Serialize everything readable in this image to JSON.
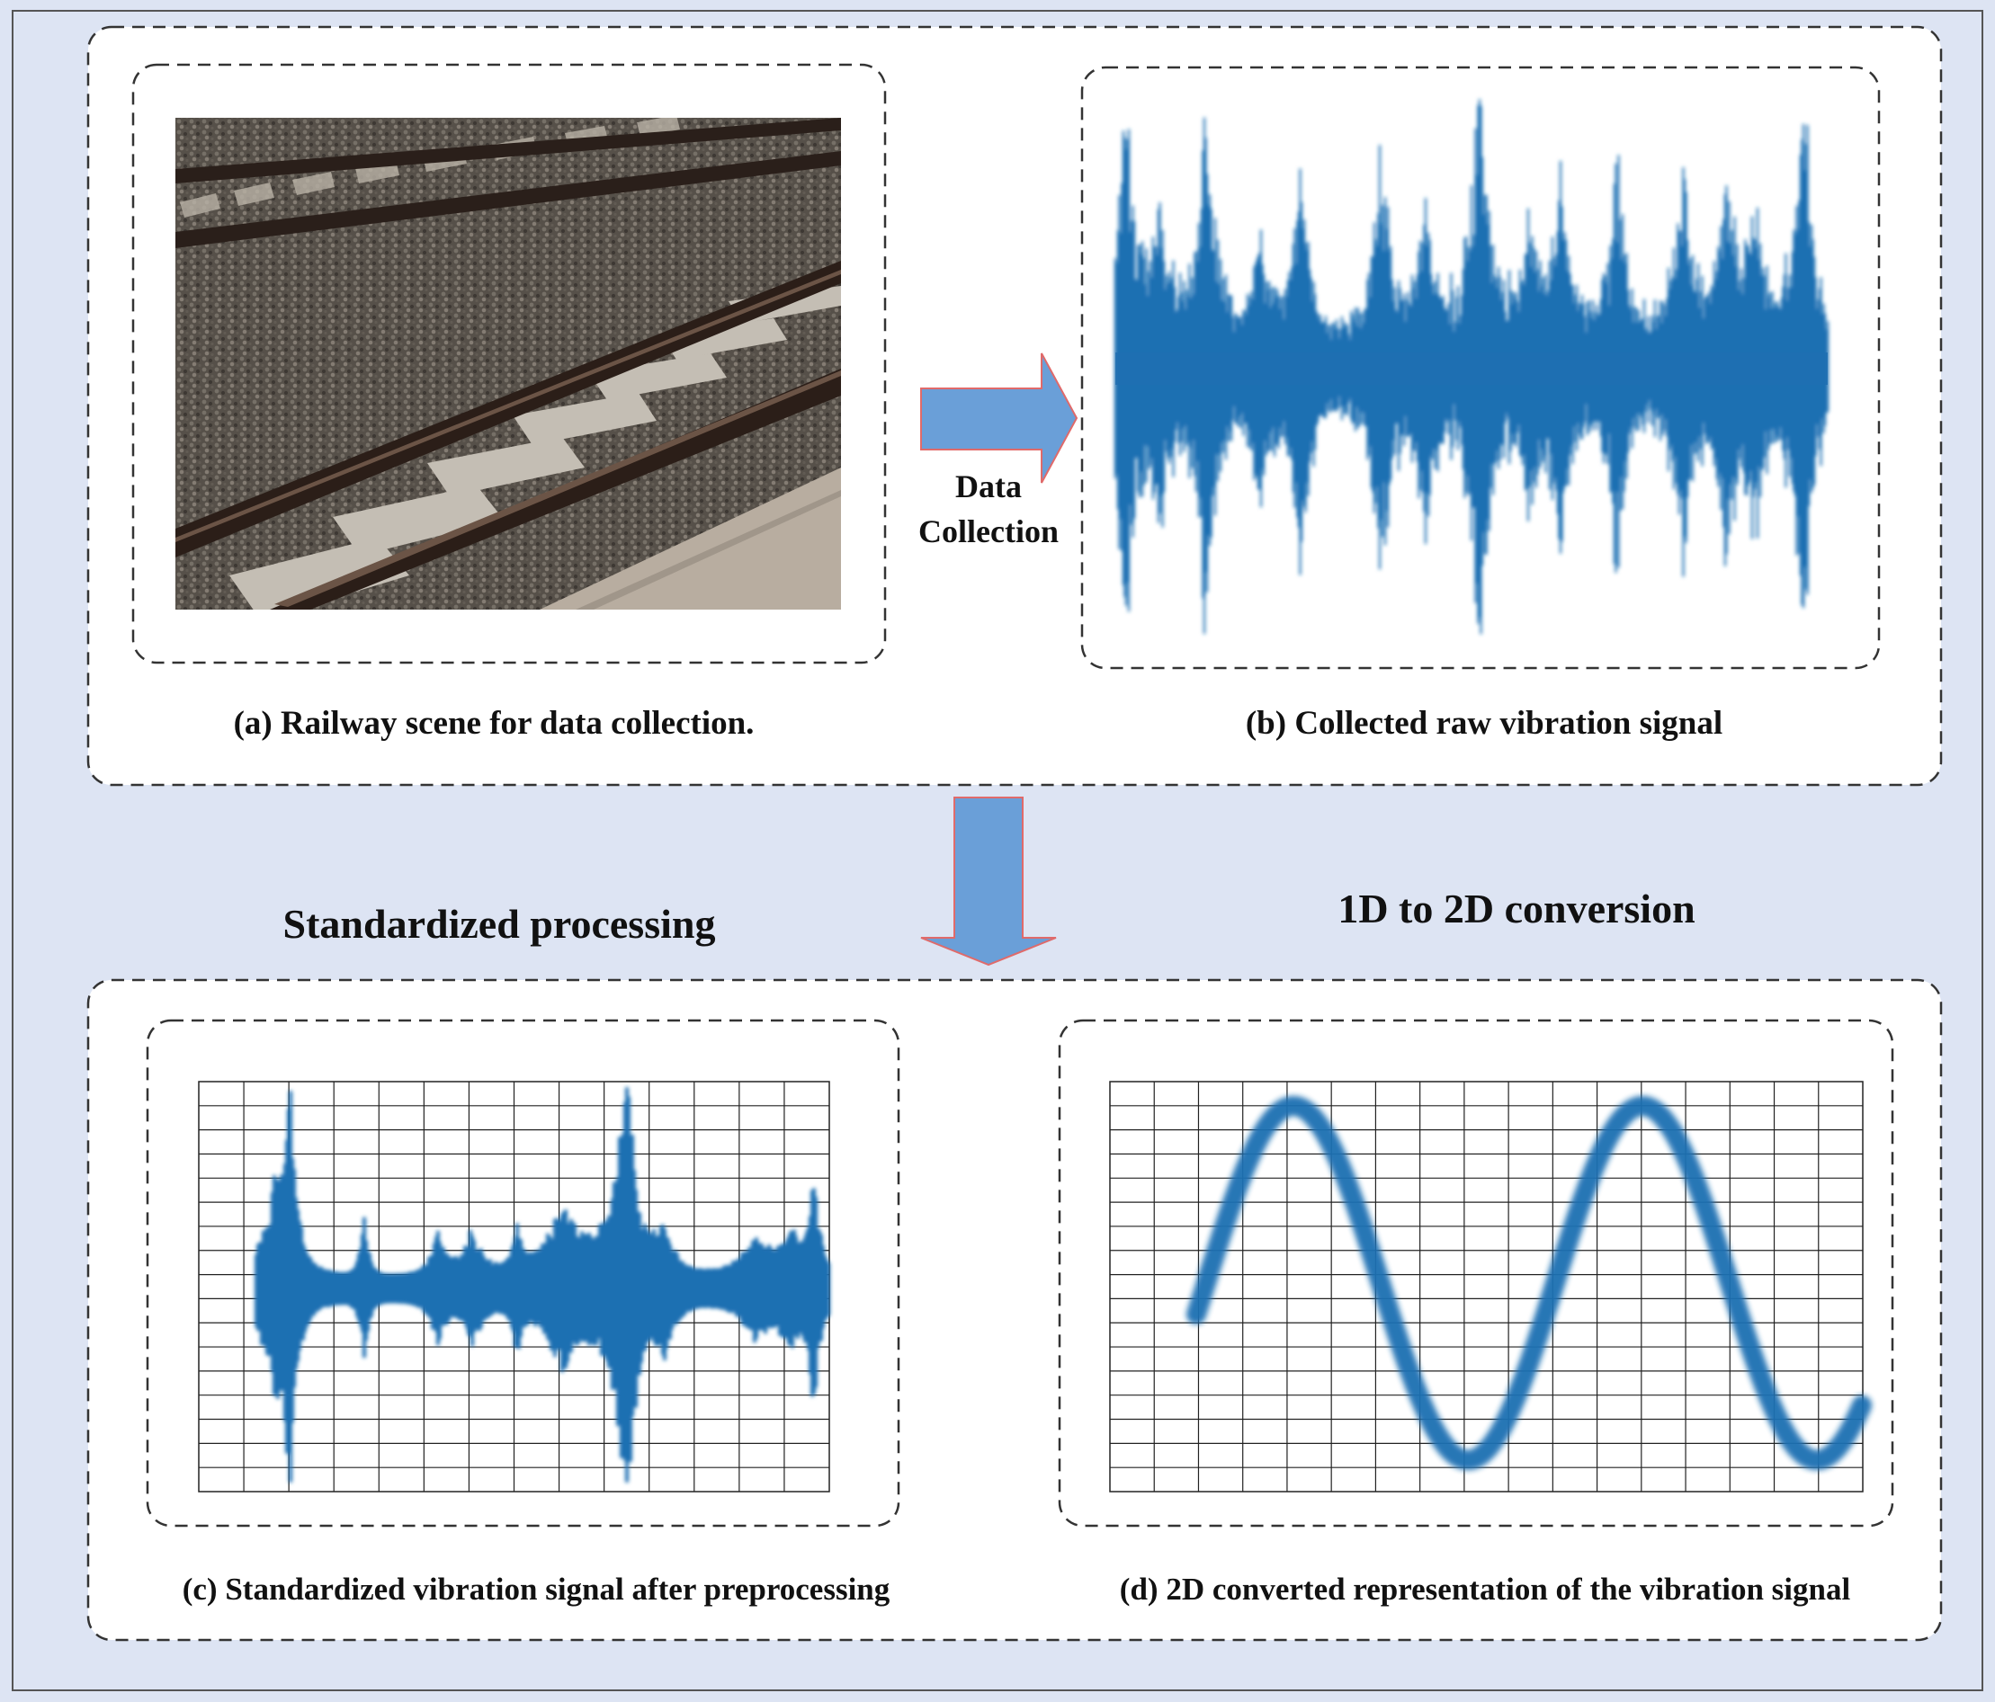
{
  "colors": {
    "background": "#dde4f3",
    "panel_fill": "#ffffff",
    "dash_stroke": "#333333",
    "signal_blue": "#1f6fb2",
    "arrow_fill": "#6a9fd8",
    "arrow_outline": "#e06a6a",
    "grid_line": "#222222"
  },
  "top_section": {
    "photo_alt": "Railway track with rails, concrete sleepers and ballast",
    "arrow_label_line1": "Data",
    "arrow_label_line2": "Collection",
    "caption_a": "(a) Railway scene for data collection.",
    "caption_b": "(b) Collected raw vibration signal"
  },
  "middle": {
    "heading_left": "Standardized processing",
    "heading_right": "1D to 2D conversion"
  },
  "bottom_section": {
    "caption_c": "(c) Standardized vibration signal after preprocessing",
    "caption_d": "(d) 2D converted representation of the vibration signal",
    "grid_c": {
      "columns": 14,
      "rows": 17
    },
    "grid_d": {
      "columns": 17,
      "rows": 17
    },
    "sine_cycles": 2
  }
}
